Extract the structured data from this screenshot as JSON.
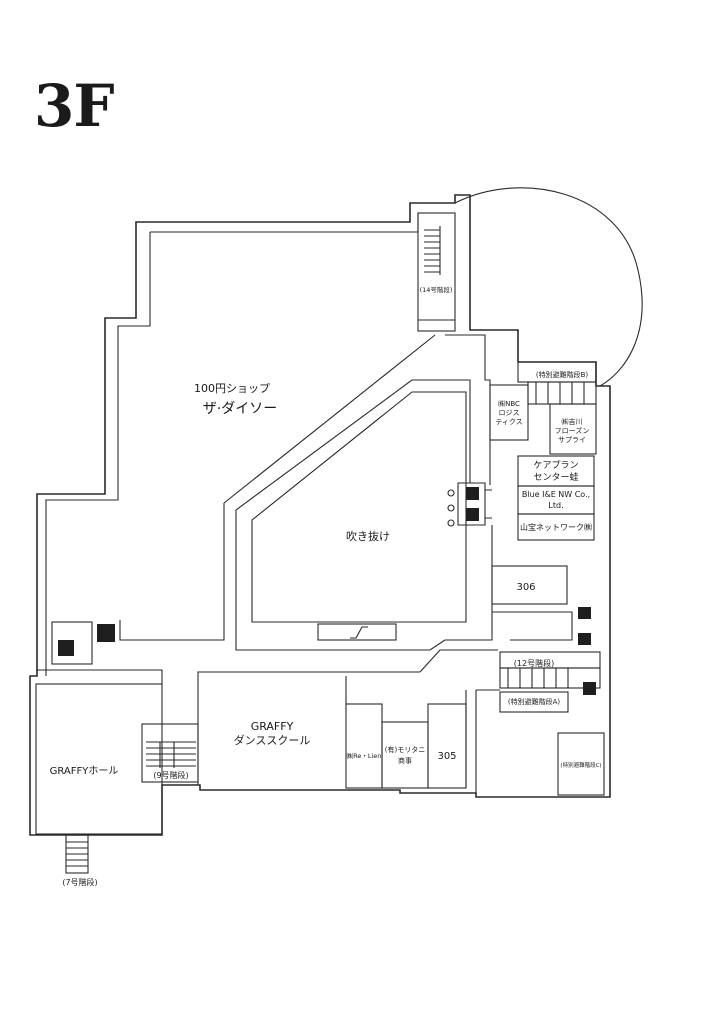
{
  "floor": "3F",
  "rooms": {
    "daiso_sub": "100円ショップ",
    "daiso": "ザ·ダイソー",
    "atrium": "吹き抜け",
    "graffy_dance_1": "GRAFFY",
    "graffy_dance_2": "ダンススクール",
    "graffy_hall": "GRAFFYホール",
    "nbc_1": "㈱NBC",
    "nbc_2": "ロジス",
    "nbc_3": "ティクス",
    "yoshikawa_1": "㈱吉川",
    "yoshikawa_2": "フローズン",
    "yoshikawa_3": "サプライ",
    "careplan_1": "ケアプラン",
    "careplan_2": "センター蛙",
    "blue_1": "Blue I&E NW Co.,",
    "blue_2": "Ltd.",
    "yamaho": "山宝ネットワーク㈱",
    "r306": "306",
    "r305": "305",
    "relien": "㈱Re・Lien",
    "moritani_1": "(有)モリタニ",
    "moritani_2": "商事"
  },
  "stairs": {
    "s14": "(14号階段)",
    "b": "(特別避難階段B)",
    "s12": "(12号階段)",
    "a": "(特別避難階段A)",
    "c": "(特別避難階段C)",
    "s9": "(9号階段)",
    "s7": "(7号階段)"
  },
  "icons": [
    "elevator-icon",
    "wheelchair-icon",
    "restroom-icon",
    "escalator-icon"
  ]
}
